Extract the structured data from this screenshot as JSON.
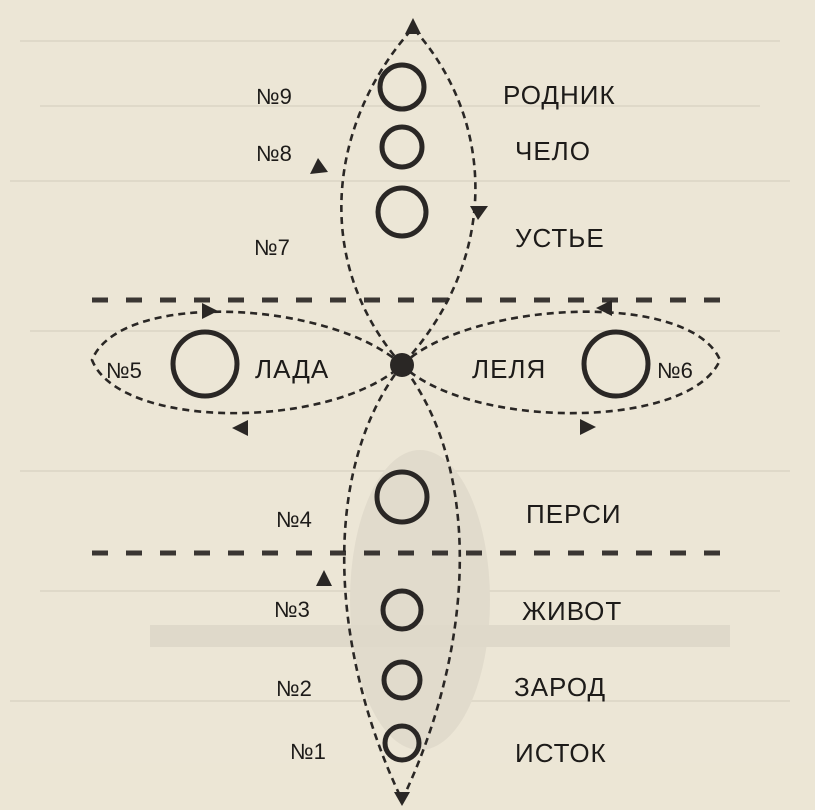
{
  "diagram": {
    "centers": [
      {
        "id": "istok",
        "num": "№1",
        "label": "ИСТОК"
      },
      {
        "id": "zarod",
        "num": "№2",
        "label": "ЗАРОД"
      },
      {
        "id": "zhivot",
        "num": "№3",
        "label": "ЖИВОТ"
      },
      {
        "id": "persi",
        "num": "№4",
        "label": "ПЕРСИ"
      },
      {
        "id": "lada",
        "num": "№5",
        "label": "ЛАДА"
      },
      {
        "id": "lelya",
        "num": "№6",
        "label": "ЛЕЛЯ"
      },
      {
        "id": "uste",
        "num": "№7",
        "label": "УСТЬЕ"
      },
      {
        "id": "chelo",
        "num": "№8",
        "label": "ЧЕЛО"
      },
      {
        "id": "rodnik",
        "num": "№9",
        "label": "РОДНИК"
      }
    ]
  }
}
